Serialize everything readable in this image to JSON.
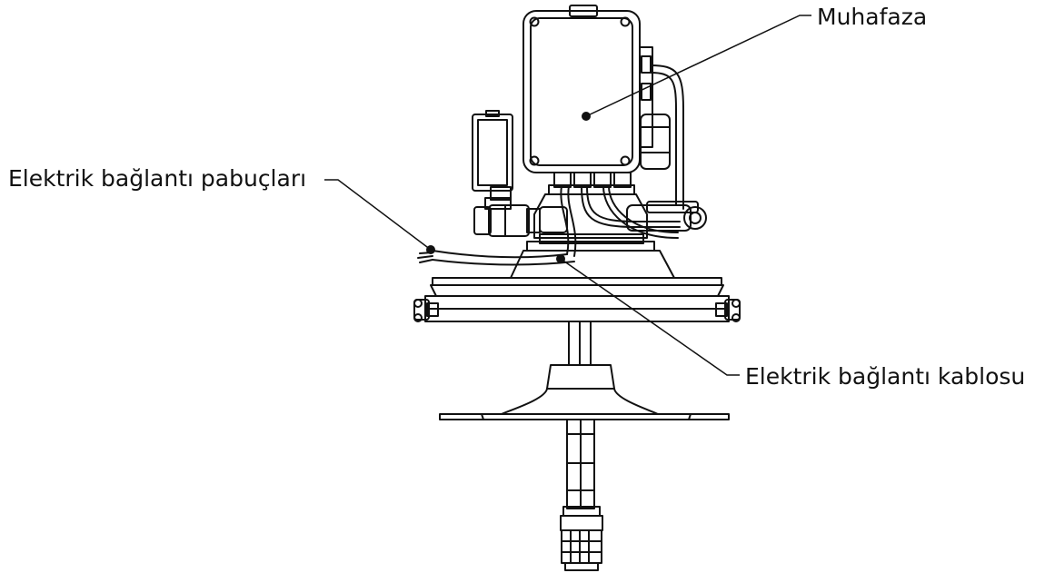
{
  "labels": {
    "housing": "Muhafaza",
    "connection_lugs": "Elektrik bağlantı pabuçları",
    "connection_cable": "Elektrik bağlantı kablosu"
  },
  "colors": {
    "line": "#111111",
    "background": "#ffffff"
  }
}
